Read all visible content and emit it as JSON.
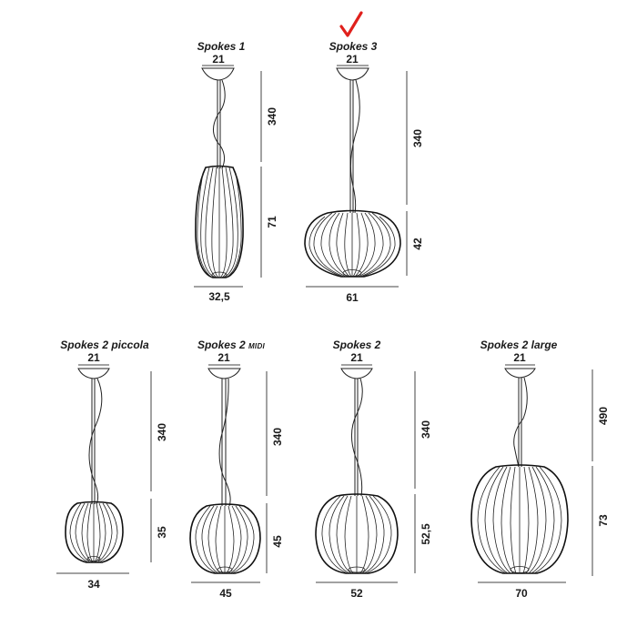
{
  "diagram": {
    "checkmark": {
      "icon": "red-checkmark-icon",
      "color": "#e0201c",
      "marks": "Spokes 3"
    },
    "canopy_diameter": "21",
    "lamps": [
      {
        "id": "spokes-1",
        "name": "Spokes 1",
        "suffix": "",
        "cable_length": "340",
        "height": "71",
        "width": "32,5"
      },
      {
        "id": "spokes-3",
        "name": "Spokes 3",
        "suffix": "",
        "cable_length": "340",
        "height": "42",
        "width": "61"
      },
      {
        "id": "spokes-2-piccola",
        "name": "Spokes 2 piccola",
        "suffix": "",
        "cable_length": "340",
        "height": "35",
        "width": "34"
      },
      {
        "id": "spokes-2-midi",
        "name": "Spokes 2 ",
        "suffix": "MIDI",
        "cable_length": "340",
        "height": "45",
        "width": "45"
      },
      {
        "id": "spokes-2",
        "name": "Spokes 2",
        "suffix": "",
        "cable_length": "340",
        "height": "52,5",
        "width": "52"
      },
      {
        "id": "spokes-2-large",
        "name": "Spokes 2 large",
        "suffix": "",
        "cable_length": "490",
        "height": "73",
        "width": "70"
      }
    ]
  }
}
